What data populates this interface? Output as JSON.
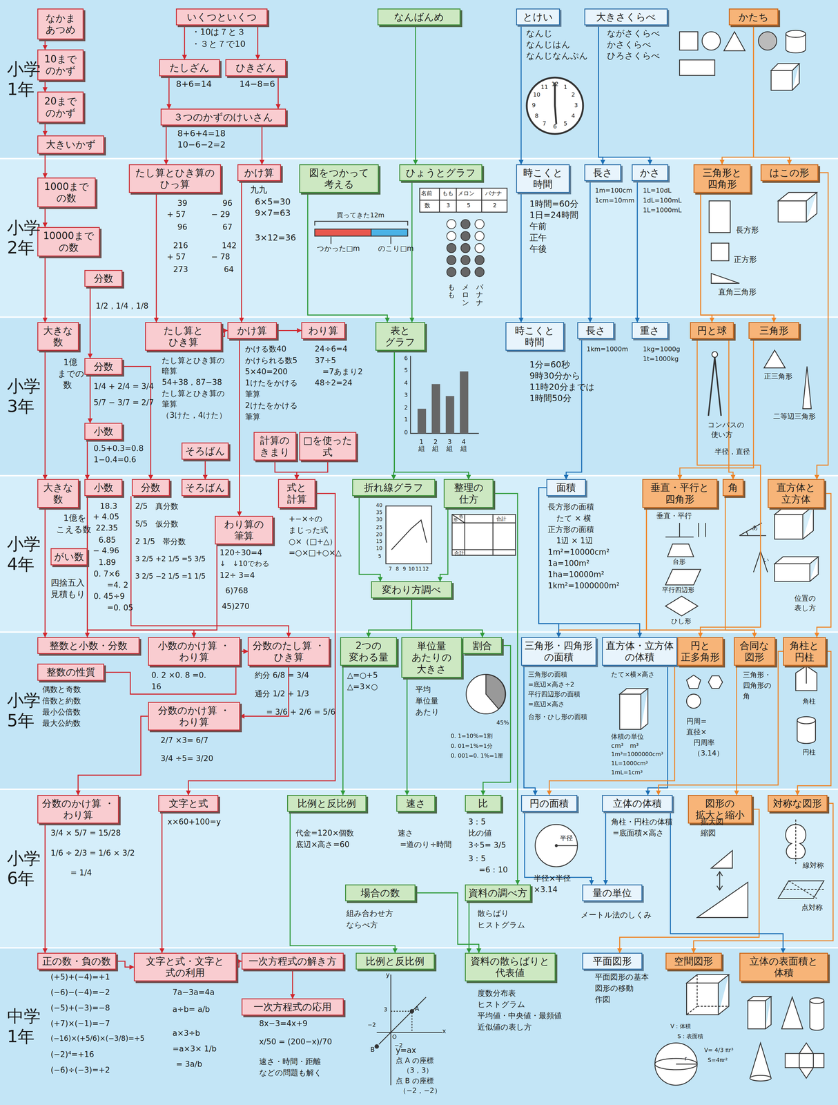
{
  "diagram": {
    "nodes": [
      {
        "text": [
          "なかま あつめ"
        ]
      },
      {
        "text": [
          "10まで のかず"
        ]
      },
      {
        "text": [
          "20まで のかず"
        ]
      },
      {
        "text": [
          "大きいかず"
        ]
      },
      {
        "text": [
          "いくつといくつ"
        ]
      },
      {
        "text": [
          "たしざん"
        ]
      },
      {
        "text": [
          "ひきざん"
        ]
      },
      {
        "text": [
          "３つのかずのけいさん"
        ]
      },
      {
        "text": [
          "なんばんめ"
        ]
      },
      {
        "text": [
          "とけい"
        ]
      },
      {
        "text": [
          "大きさくらべ"
        ]
      },
      {
        "text": [
          "かたち"
        ]
      },
      {
        "text": [
          "1000まで の数"
        ]
      },
      {
        "text": [
          "10000まで の数"
        ]
      },
      {
        "text": [
          "分数"
        ]
      },
      {
        "text": [
          "たし算とひき算の ひっ算"
        ]
      },
      {
        "text": [
          "かけ算"
        ]
      },
      {
        "text": [
          "図をつかって 考える"
        ]
      },
      {
        "text": [
          "ひょうとグラフ"
        ]
      },
      {
        "text": [
          "時こくと 時間"
        ]
      },
      {
        "text": [
          "長さ"
        ]
      },
      {
        "text": [
          "かさ"
        ]
      },
      {
        "text": [
          "三角形と 四角形"
        ]
      },
      {
        "text": [
          "はこの形"
        ]
      },
      {
        "text": [
          "大きな 数"
        ]
      },
      {
        "text": [
          "分数"
        ]
      },
      {
        "text": [
          "小数"
        ]
      },
      {
        "text": [
          "たし算と ひき算"
        ]
      },
      {
        "text": [
          "かけ算"
        ]
      },
      {
        "text": [
          "わり算"
        ]
      },
      {
        "text": [
          "表と グラフ"
        ]
      },
      {
        "text": [
          "時こくと 時間"
        ]
      },
      {
        "text": [
          "長さ"
        ]
      },
      {
        "text": [
          "重さ"
        ]
      },
      {
        "text": [
          "円と球"
        ]
      },
      {
        "text": [
          "三角形"
        ]
      },
      {
        "text": [
          "そろばん"
        ]
      },
      {
        "text": [
          "計算の きまり"
        ]
      },
      {
        "text": [
          "□を使った 式"
        ]
      },
      {
        "text": [
          "大きな 数"
        ]
      },
      {
        "text": [
          "小数"
        ]
      },
      {
        "text": [
          "分数"
        ]
      },
      {
        "text": [
          "そろばん"
        ]
      },
      {
        "text": [
          "式と 計算"
        ]
      },
      {
        "text": [
          "がい数"
        ]
      },
      {
        "text": [
          "わり算の 筆算"
        ]
      },
      {
        "text": [
          "折れ線グラフ"
        ]
      },
      {
        "text": [
          "整理の 仕方"
        ]
      },
      {
        "text": [
          "変わり方調べ"
        ]
      },
      {
        "text": [
          "面積"
        ]
      },
      {
        "text": [
          "垂直・平行と 四角形"
        ]
      },
      {
        "text": [
          "角"
        ]
      },
      {
        "text": [
          "直方体と 立方体"
        ]
      },
      {
        "text": [
          "整数と小数・分数"
        ]
      },
      {
        "text": [
          "整数の性質"
        ]
      },
      {
        "text": [
          "小数のかけ算 ・わり算"
        ]
      },
      {
        "text": [
          "分数のたし算 ・ひき算"
        ]
      },
      {
        "text": [
          "分数のかけ算 ・わり算"
        ]
      },
      {
        "text": [
          "2つの 変わる量"
        ]
      },
      {
        "text": [
          "単位量 あたりの 大きさ"
        ]
      },
      {
        "text": [
          "割合"
        ]
      },
      {
        "text": [
          "三角形・四角形 の面積"
        ]
      },
      {
        "text": [
          "直方体・立方体 の体積"
        ]
      },
      {
        "text": [
          "円と 正多角形"
        ]
      },
      {
        "text": [
          "合同な 図形"
        ]
      },
      {
        "text": [
          "角柱と 円柱"
        ]
      },
      {
        "text": [
          "分数のかけ算 ・わり算"
        ]
      },
      {
        "text": [
          "文字と式"
        ]
      },
      {
        "text": [
          "比例と反比例"
        ]
      },
      {
        "text": [
          "速さ"
        ]
      },
      {
        "text": [
          "比"
        ]
      },
      {
        "text": [
          "円の面積"
        ]
      },
      {
        "text": [
          "立体の体積"
        ]
      },
      {
        "text": [
          "図形の 拡大と縮小"
        ]
      },
      {
        "text": [
          "対称な図形"
        ]
      },
      {
        "text": [
          "場合の数"
        ]
      },
      {
        "text": [
          "資料の調べ方"
        ]
      },
      {
        "text": [
          "量の単位"
        ]
      },
      {
        "text": [
          "正の数・負の数"
        ]
      },
      {
        "text": [
          "文字と式・文字と 式の利用"
        ]
      },
      {
        "text": [
          "一次方程式の解き方"
        ]
      },
      {
        "text": [
          "一次方程式の応用"
        ]
      },
      {
        "text": [
          "比例と反比例"
        ]
      },
      {
        "text": [
          "資料の散らばりと 代表値"
        ]
      },
      {
        "text": [
          "平面図形"
        ]
      },
      {
        "text": [
          "空間図形"
        ]
      },
      {
        "text": [
          "立体の表面積と 体積"
        ]
      }
    ],
    "edges": [
      {
        "from": 0,
        "to": 1,
        "arrow": "to"
      },
      {
        "from": 1,
        "to": 2,
        "arrow": "to"
      },
      {
        "from": 2,
        "to": 3,
        "arrow": "to"
      },
      {
        "from": 3,
        "to": 12,
        "arrow": "to"
      },
      {
        "from": 12,
        "to": 13,
        "arrow": "to"
      },
      {
        "from": 13,
        "to": 24,
        "arrow": "to"
      },
      {
        "from": 24,
        "to": 39,
        "arrow": "to"
      },
      {
        "from": 4,
        "to": 5,
        "arrow": "to"
      },
      {
        "from": 4,
        "to": 6,
        "arrow": "to"
      },
      {
        "from": 5,
        "to": 7,
        "arrow": "to"
      },
      {
        "from": 6,
        "to": 7,
        "arrow": "to"
      },
      {
        "from": 7,
        "to": 15,
        "arrow": "to"
      },
      {
        "from": 7,
        "to": 16,
        "arrow": "to"
      },
      {
        "from": 8,
        "to": 18,
        "arrow": "to"
      },
      {
        "from": 17,
        "to": 30,
        "arrow": "to"
      },
      {
        "from": 18,
        "to": 30,
        "arrow": "to"
      },
      {
        "from": 9,
        "to": 19,
        "arrow": "to"
      },
      {
        "from": 19,
        "to": 31,
        "arrow": "to"
      },
      {
        "from": 10,
        "to": 20,
        "arrow": "to"
      },
      {
        "from": 10,
        "to": 21,
        "arrow": "to"
      },
      {
        "from": 20,
        "to": 32,
        "arrow": "to"
      },
      {
        "from": 21,
        "to": 33,
        "arrow": "to"
      },
      {
        "from": 11,
        "to": 22,
        "arrow": "to"
      },
      {
        "from": 11,
        "to": 23,
        "arrow": "to"
      },
      {
        "from": 22,
        "to": 34,
        "arrow": "to"
      },
      {
        "from": 22,
        "to": 35,
        "arrow": "to"
      },
      {
        "from": 23,
        "to": 52,
        "arrow": "to"
      },
      {
        "from": 14,
        "to": 25,
        "arrow": "to"
      },
      {
        "from": 25,
        "to": 26,
        "arrow": "to"
      },
      {
        "from": 15,
        "to": 27,
        "arrow": "to"
      },
      {
        "from": 16,
        "to": 28,
        "arrow": "to"
      },
      {
        "from": 27,
        "to": 28,
        "arrow": "to"
      },
      {
        "from": 28,
        "to": 29,
        "arrow": "to"
      },
      {
        "from": 25,
        "to": 41,
        "arrow": "to"
      },
      {
        "from": 26,
        "to": 40,
        "arrow": "to"
      },
      {
        "from": 28,
        "to": 45,
        "arrow": "to"
      },
      {
        "from": 36,
        "to": 42,
        "arrow": "to"
      },
      {
        "from": 37,
        "to": 43,
        "arrow": "to"
      },
      {
        "from": 38,
        "to": 43,
        "arrow": "to"
      },
      {
        "from": 30,
        "to": 46,
        "arrow": "to"
      },
      {
        "from": 30,
        "to": 47,
        "arrow": "to"
      },
      {
        "from": 46,
        "to": 48,
        "arrow": "to"
      },
      {
        "from": 47,
        "to": 48,
        "arrow": "to"
      },
      {
        "from": 32,
        "to": 49,
        "arrow": "to"
      },
      {
        "from": 34,
        "to": 51,
        "arrow": "to"
      },
      {
        "from": 34,
        "to": 63,
        "arrow": "to"
      },
      {
        "from": 35,
        "to": 50,
        "arrow": "to"
      },
      {
        "from": 52,
        "to": 65,
        "arrow": "to"
      },
      {
        "from": 50,
        "to": 61,
        "arrow": "to"
      },
      {
        "from": 50,
        "to": 64,
        "arrow": "to"
      },
      {
        "from": 51,
        "to": 64,
        "arrow": "to"
      },
      {
        "from": 39,
        "to": 53,
        "arrow": "to"
      },
      {
        "from": 40,
        "to": 53,
        "arrow": "to"
      },
      {
        "from": 40,
        "to": 55,
        "arrow": "to"
      },
      {
        "from": 41,
        "to": 56,
        "arrow": "to"
      },
      {
        "from": 45,
        "to": 55,
        "arrow": "to"
      },
      {
        "from": 48,
        "to": 58,
        "arrow": "to"
      },
      {
        "from": 48,
        "to": 60,
        "arrow": "to"
      },
      {
        "from": 49,
        "to": 61,
        "arrow": "to"
      },
      {
        "from": 49,
        "to": 62,
        "arrow": "to"
      },
      {
        "from": 54,
        "to": 56,
        "arrow": "to"
      },
      {
        "from": 55,
        "to": 56,
        "arrow": "to"
      },
      {
        "from": 56,
        "to": 57,
        "arrow": "to"
      },
      {
        "from": 57,
        "to": 66,
        "arrow": "to"
      },
      {
        "from": 43,
        "to": 67,
        "arrow": "to"
      },
      {
        "from": 58,
        "to": 68,
        "arrow": "to"
      },
      {
        "from": 59,
        "to": 69,
        "arrow": "to"
      },
      {
        "from": 60,
        "to": 70,
        "arrow": "to"
      },
      {
        "from": 61,
        "to": 71,
        "arrow": "to"
      },
      {
        "from": 62,
        "to": 72,
        "arrow": "to"
      },
      {
        "from": 63,
        "to": 71,
        "arrow": "to"
      },
      {
        "from": 64,
        "to": 73,
        "arrow": "to"
      },
      {
        "from": 65,
        "to": 74,
        "arrow": "to"
      },
      {
        "from": 65,
        "to": 72,
        "arrow": "to"
      },
      {
        "from": 47,
        "to": 76,
        "arrow": "to"
      },
      {
        "from": 68,
        "to": 82,
        "arrow": "to"
      },
      {
        "from": 75,
        "to": 83,
        "arrow": "to"
      },
      {
        "from": 76,
        "to": 83,
        "arrow": "to"
      },
      {
        "from": 71,
        "to": 77,
        "arrow": "to"
      },
      {
        "from": 72,
        "to": 77,
        "arrow": "to"
      },
      {
        "from": 66,
        "to": 78,
        "arrow": "to"
      },
      {
        "from": 67,
        "to": 79,
        "arrow": "to"
      },
      {
        "from": 78,
        "to": 79,
        "arrow": "to"
      },
      {
        "from": 79,
        "to": 80,
        "arrow": "to"
      },
      {
        "from": 80,
        "to": 81,
        "arrow": "to"
      },
      {
        "from": 73,
        "to": 84,
        "arrow": "to"
      },
      {
        "from": 74,
        "to": 85,
        "arrow": "to"
      },
      {
        "from": 72,
        "to": 86,
        "arrow": "to"
      }
    ],
    "labels": [
      "小学1年",
      "小学2年",
      "小学3年",
      "小学4年",
      "小学5年",
      "小学6年",
      "中学1年",
      "・10は７と３",
      "・３と７で10",
      "8+6=14",
      "14−8=6",
      "8+6+4=18",
      "10−6−2=2",
      "なんじ",
      "なんじはん",
      "なんじなんぷん",
      "ながさくらべ",
      "かさくらべ",
      "ひろさくらべ",
      "12",
      "1",
      "2",
      "3",
      "4",
      "5",
      "6",
      "7",
      "8",
      "9",
      "10",
      "11",
      "39",
      "+ 57",
      "96",
      "96",
      "− 29",
      "67",
      "216",
      "+ 57",
      "273",
      "142",
      "− 78",
      "64",
      "九九",
      "6×5=30",
      "9×7=63",
      "3×12=36",
      "買ってきた12m",
      "つかった□m",
      "のこり□m",
      "名前",
      "もも",
      "メロン",
      "バナナ",
      "数",
      "3",
      "5",
      "2",
      "もも",
      "メロン",
      "バナナ",
      "1時間=60分",
      "1日=24時間",
      "午前",
      "正午",
      "午後",
      "1m=100cm",
      "1cm=10mm",
      "1L=10dL",
      "1dL=100mL",
      "1L=1000mL",
      "長方形",
      "正方形",
      "直角三角形",
      "1/2，1/4，1/8",
      "1億",
      "までの",
      "数",
      "1/4 + 2/4 = 3/4",
      "5/7 − 3/7 = 2/7",
      "0.5+0.3=0.8",
      "1−0.4=0.6",
      "たし算とひき算の",
      "暗算",
      "54+38，87−38",
      "たし算とひき算の",
      "筆算",
      "（3けた，4けた）",
      "かける数40",
      "かけられる数5",
      "5×40=200",
      "1けたをかける",
      "筆算",
      "2けたをかける",
      "筆算",
      "24÷6=4",
      "37÷5",
      "=7あまり2",
      "48÷2=24",
      "6",
      "5",
      "4",
      "3",
      "2",
      "1",
      "0",
      "1組",
      "2組",
      "3組",
      "4組",
      "1分=60秒",
      "9時30分から",
      "11時20分までは",
      "1時間50分",
      "1km=1000m",
      "1kg=1000g",
      "1t=1000kg",
      "コンパスの",
      "使い方",
      "半径，直径",
      "正三角形",
      "二等辺三角形",
      "1億を",
      "こえる数",
      "四捨五入",
      "見積もり",
      "18.3",
      "+ 4.05",
      "22.35",
      "6.85",
      "− 4.96",
      "1.89",
      "0. 7×6",
      "=4. 2",
      "0. 45÷9",
      "=0. 05",
      "2/5　真分数",
      "5/5　仮分数",
      "2 1/5　帯分数",
      "3 2/5 +2 1/5 =5 3/5",
      "3 2/5 −2 1/5 =1 1/5",
      "120÷30=4",
      "↓　↓10でわる",
      "12÷ 3=4",
      "6)768",
      "45)270",
      "+−×÷の",
      "まじった式",
      "○×（□+△）",
      "=○×□+○×△",
      "40",
      "35",
      "30",
      "25",
      "20",
      "15",
      "10",
      "5",
      "7",
      "8",
      "9",
      "10",
      "11",
      "12",
      "形",
      "色",
      "合計",
      "合計",
      "長方形の面積",
      "たて × 横",
      "正方形の面積",
      "1辺 × 1辺",
      "1m²=10000cm²",
      "1a=100m²",
      "1ha=10000m²",
      "1km²=1000000m²",
      "垂直・平行",
      "台形",
      "平行四辺形",
      "ひし形",
      "あ",
      "い",
      "位置の",
      "表し方",
      "偶数と奇数",
      "倍数と約数",
      "最小公倍数",
      "最大公約数",
      "0. 2 ×0. 8 =0.",
      "16",
      "約分 6/8 = 3/4",
      "通分 1/2 + 1/3",
      "= 3/6 + 2/6 = 5/6",
      "2/7 ×3= 6/7",
      "3/4 ÷5= 3/20",
      "△=○+5",
      "△=3×○",
      "平均",
      "単位量",
      "あたり",
      "45%",
      "0. 1=10%=1割",
      "0. 01=1%=1分",
      "0. 001=0. 1%=1厘",
      "三角形の面積",
      "=底辺×高さ÷2",
      "平行四辺形の面積",
      "=底辺×高さ",
      "台形・ひし形の面積",
      "たて×横×高さ",
      "体積の単位",
      "cm³　m³",
      "1m³=1000000cm³",
      "1L=1000cm³",
      "1mL=1cm³",
      "円周=",
      "直径×",
      "円周率",
      "（3.14）",
      "三角形・",
      "四角形の",
      "角",
      "角柱",
      "円柱",
      "3/4 × 5/7 = 15/28",
      "1/6 ÷ 2/3 = 1/6 × 3/2",
      "= 1/4",
      "x×60+100=y",
      "代金=120×個数",
      "底辺×高さ=60",
      "速さ",
      "=道のり÷時間",
      "3：5",
      "比の値",
      "3÷5= 3/5",
      "3：5",
      "=6：10",
      "半径",
      "半径×半径",
      "×3.14",
      "角柱・円柱の体積",
      "=底面積×高さ",
      "拡大図",
      "縮図",
      "線対称",
      "点対称",
      "組み合わせ方",
      "ならべ方",
      "散らばり",
      "ヒストグラム",
      "メートル法のしくみ",
      "(+5)+(−4)=+1",
      "(−6)−(−4)=−2",
      "(−5)+(−3)=−8",
      "(+7)×(−1)=−7",
      "(−16)×(+5/6)×(−3/8)=+5",
      "(−2)⁴=+16",
      "(−6)÷(−3)=+2",
      "7a−3a=4a",
      "a÷b= a/b",
      "a×3÷b",
      "=a×3× 1/b",
      "= 3a/b",
      "8x−3=4x+9",
      "x/50 = (200−x)/70",
      "速さ・時間・距離",
      "などの問題も解く",
      "y",
      "x",
      "3",
      "−2",
      "O",
      "−2",
      "A",
      "B",
      "y=ax",
      "点 A の座標",
      "（3，3）",
      "点 B の座標",
      "（−2，−2）",
      "度数分布表",
      "ヒストグラム",
      "平均値・中央値・最頻値",
      "近似値の表し方",
      "平面図形の基本",
      "図形の移動",
      "作図",
      "V：体積",
      "S：表面積",
      "V= 4/3 πr³",
      "S=4πr²",
      "r"
    ]
  }
}
